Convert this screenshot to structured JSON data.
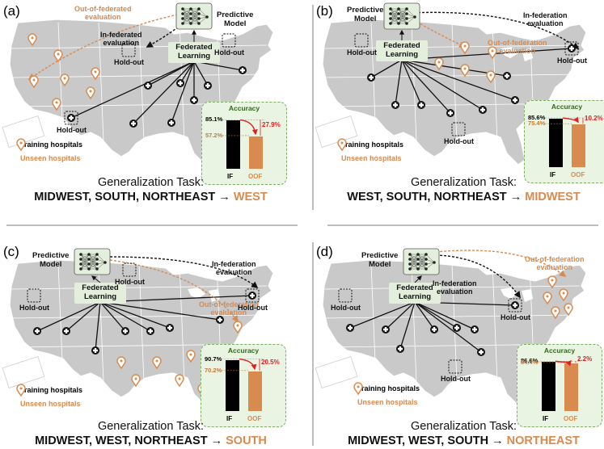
{
  "colors": {
    "orange": "#d88a4f",
    "map_gray": "#c9c9c9",
    "green_box": "#e3efdc",
    "accent_red": "#e02020"
  },
  "panels": [
    {
      "id": "a",
      "letter": "(a)",
      "predictive_model": "Predictive\nModel",
      "federated_learning": "Federated\nLearning",
      "in_federation": "In-federated\nevaluation",
      "out_federation": "Out-of-federated\nevaluation",
      "holdout": "Hold-out",
      "accuracy": {
        "title": "Accuracy",
        "if_value": 85.1,
        "oof_value": 57.2,
        "if_label": "85.1%",
        "oof_label": "57.2%",
        "drop": "27.9%",
        "x_if": "IF",
        "x_oof": "OOF"
      },
      "legend": {
        "training": "Training hospitals",
        "unseen": "Unseen hospitals"
      },
      "task_title": "Generalization Task:",
      "task_sources": "MIDWEST, SOUTH, NORTHEAST",
      "task_arrow": "→",
      "task_target": "WEST"
    },
    {
      "id": "b",
      "letter": "(b)",
      "predictive_model": "Predictive\nModel",
      "federated_learning": "Federated\nLearning",
      "in_federation": "In-federation\nevaluation",
      "out_federation": "Out-of-federation\nevaluation",
      "holdout": "Hold-out",
      "accuracy": {
        "title": "Accuracy",
        "if_value": 85.6,
        "oof_value": 75.4,
        "if_label": "85.6%",
        "oof_label": "75.4%",
        "drop": "10.2%",
        "x_if": "IF",
        "x_oof": "OOF"
      },
      "legend": {
        "training": "Training hospitals",
        "unseen": "Unseen hospitals"
      },
      "task_title": "Generalization Task:",
      "task_sources": "WEST, SOUTH, NORTHEAST",
      "task_arrow": "→",
      "task_target": "MIDWEST"
    },
    {
      "id": "c",
      "letter": "(c)",
      "predictive_model": "Predictive\nModel",
      "federated_learning": "Federated\nLearning",
      "in_federation": "In-federation\nevaluation",
      "out_federation": "Out-of-federation\nevaluation",
      "holdout": "Hold-out",
      "accuracy": {
        "title": "Accuracy",
        "if_value": 90.7,
        "oof_value": 70.2,
        "if_label": "90.7%",
        "oof_label": "70.2%",
        "drop": "20.5%",
        "x_if": "IF",
        "x_oof": "OOF"
      },
      "legend": {
        "training": "Training hospitals",
        "unseen": "Unseen hospitals"
      },
      "task_title": "Generalization Task:",
      "task_sources": "MIDWEST, WEST, NORTHEAST",
      "task_arrow": "→",
      "task_target": "SOUTH"
    },
    {
      "id": "d",
      "letter": "(d)",
      "predictive_model": "Predictive\nModel",
      "federated_learning": "Federated\nLearning",
      "in_federation": "In-federation\nevaluation",
      "out_federation": "Out-of-federation\nevaluation",
      "holdout": "Hold-out",
      "accuracy": {
        "title": "Accuracy",
        "if_value": 86.6,
        "oof_value": 84.4,
        "if_label": "86.6%",
        "oof_label": "84.4%",
        "drop": "2.2%",
        "x_if": "IF",
        "x_oof": "OOF"
      },
      "legend": {
        "training": "Training hospitals",
        "unseen": "Unseen hospitals"
      },
      "task_title": "Generalization Task:",
      "task_sources": "MIDWEST, WEST, SOUTH",
      "task_arrow": "→",
      "task_target": "NORTHEAST"
    }
  ]
}
